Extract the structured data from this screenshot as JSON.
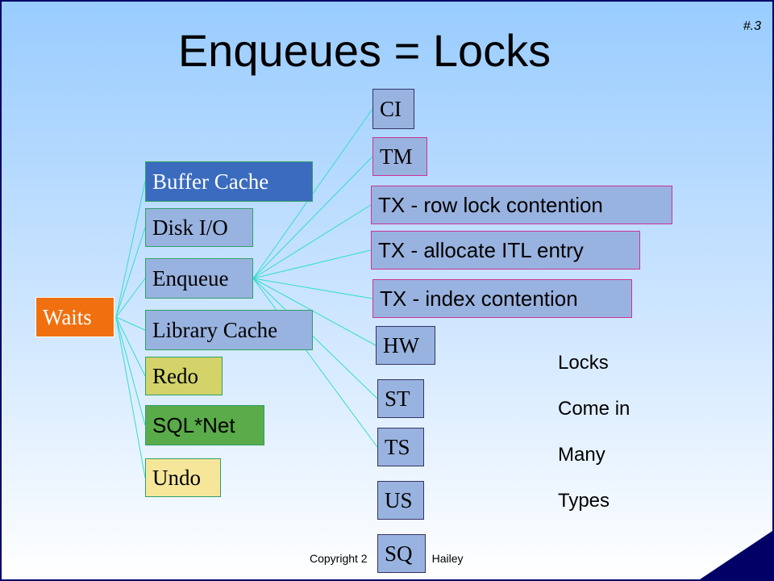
{
  "title": "Enqueues = Locks",
  "slide_number": "#.3",
  "root": {
    "label": "Waits",
    "color": "#f07010"
  },
  "wait_categories": [
    {
      "label": "Buffer Cache",
      "color": "#3a6bbf"
    },
    {
      "label": "Disk I/O",
      "color": "#99b3e0"
    },
    {
      "label": "Enqueue",
      "color": "#99b3e0"
    },
    {
      "label": "Library Cache",
      "color": "#99b3e0"
    },
    {
      "label": "Redo",
      "color": "#d3d36a"
    },
    {
      "label": "SQL*Net",
      "color": "#5aab4a"
    },
    {
      "label": "Undo",
      "color": "#f6e69a"
    }
  ],
  "lock_types": [
    {
      "label": "CI"
    },
    {
      "label": "TM"
    },
    {
      "label": "TX - row lock contention"
    },
    {
      "label": "TX - allocate ITL entry"
    },
    {
      "label": "TX - index contention"
    },
    {
      "label": "HW"
    },
    {
      "label": "ST"
    },
    {
      "label": "TS"
    },
    {
      "label": "US"
    },
    {
      "label": "SQ"
    }
  ],
  "caption_lines": [
    "Locks",
    "Come in",
    "Many",
    "Types"
  ],
  "copyright_left": "Copyright 2",
  "copyright_right": "Hailey",
  "colors": {
    "connector": "#33ddcc",
    "frame": "#000066"
  }
}
